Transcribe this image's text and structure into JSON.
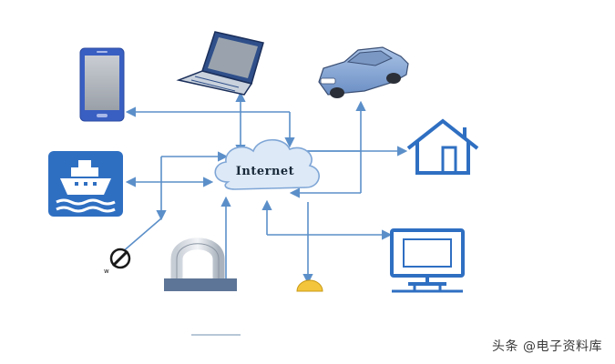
{
  "diagram": {
    "hub_label": "Internet",
    "colors": {
      "line": "#5b8fc9",
      "icon_blue": "#2f6fc2",
      "cloud_fill": "#dde9f7",
      "cloud_stroke": "#7fa6d6"
    },
    "nodes": [
      {
        "id": "smartphone",
        "icon": "smartphone-icon"
      },
      {
        "id": "laptop",
        "icon": "laptop-icon"
      },
      {
        "id": "car",
        "icon": "car-icon"
      },
      {
        "id": "house",
        "icon": "house-icon"
      },
      {
        "id": "ship",
        "icon": "ship-icon"
      },
      {
        "id": "sensor",
        "icon": "sensor-icon"
      },
      {
        "id": "padlock",
        "icon": "padlock-icon"
      },
      {
        "id": "lamp",
        "icon": "lamp-icon"
      },
      {
        "id": "monitor",
        "icon": "monitor-icon"
      }
    ]
  },
  "watermark": "头条 @电子资料库"
}
